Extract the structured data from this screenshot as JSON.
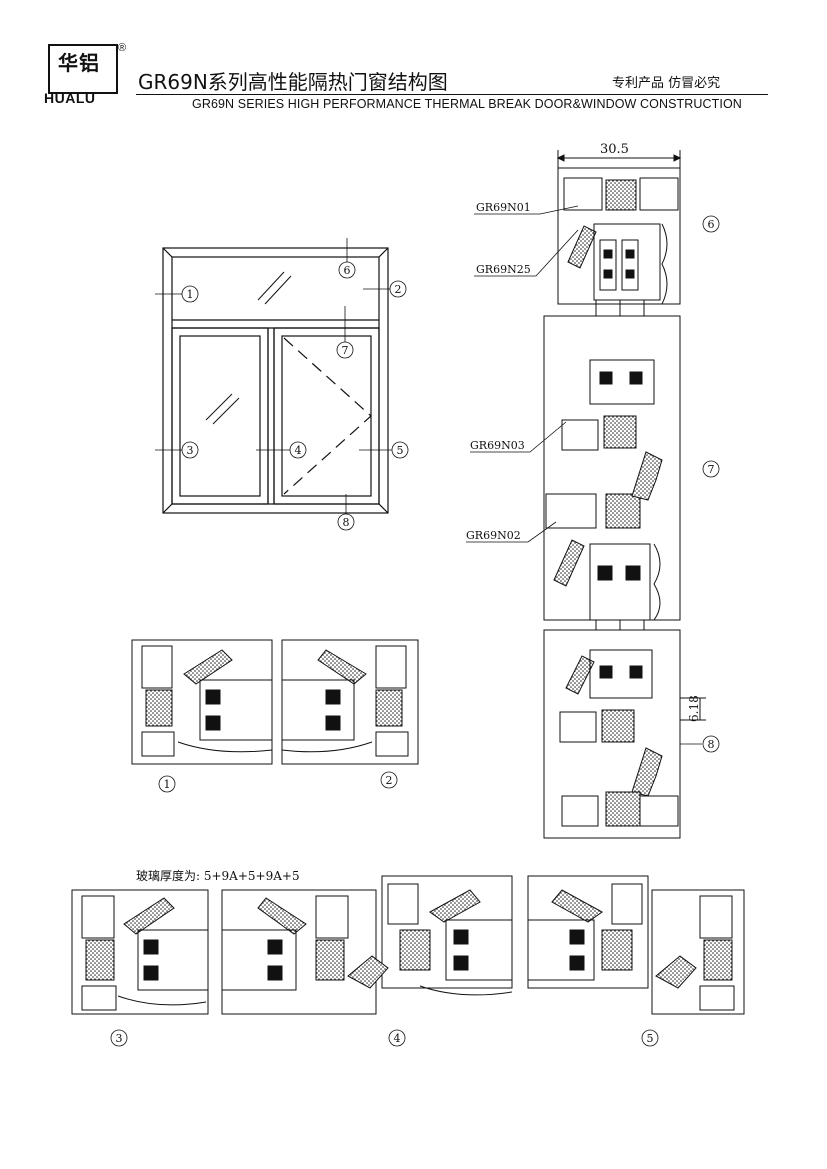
{
  "header": {
    "logo_cn": "华铝",
    "logo_reg": "®",
    "logo_en": "HUALU",
    "title_cn": "GR69N系列高性能隔热门窗结构图",
    "note_cn": "专利产品  仿冒必究",
    "title_en": "GR69N SERIES HIGH PERFORMANCE THERMAL BREAK DOOR&WINDOW CONSTRUCTION"
  },
  "elevation": {
    "callouts": [
      "1",
      "2",
      "3",
      "4",
      "5",
      "6",
      "7",
      "8"
    ]
  },
  "section_vertical": {
    "dimension_top": "30.5",
    "dimension_side": "6.18",
    "profiles": [
      "GR69N01",
      "GR69N25",
      "GR69N03",
      "GR69N02"
    ],
    "callouts": [
      "6",
      "7",
      "8"
    ]
  },
  "section_12": {
    "callouts": [
      "1",
      "2"
    ]
  },
  "section_345": {
    "glass_note": "玻璃厚度为: 5+9A+5+9A+5",
    "callouts": [
      "3",
      "4",
      "5"
    ]
  }
}
